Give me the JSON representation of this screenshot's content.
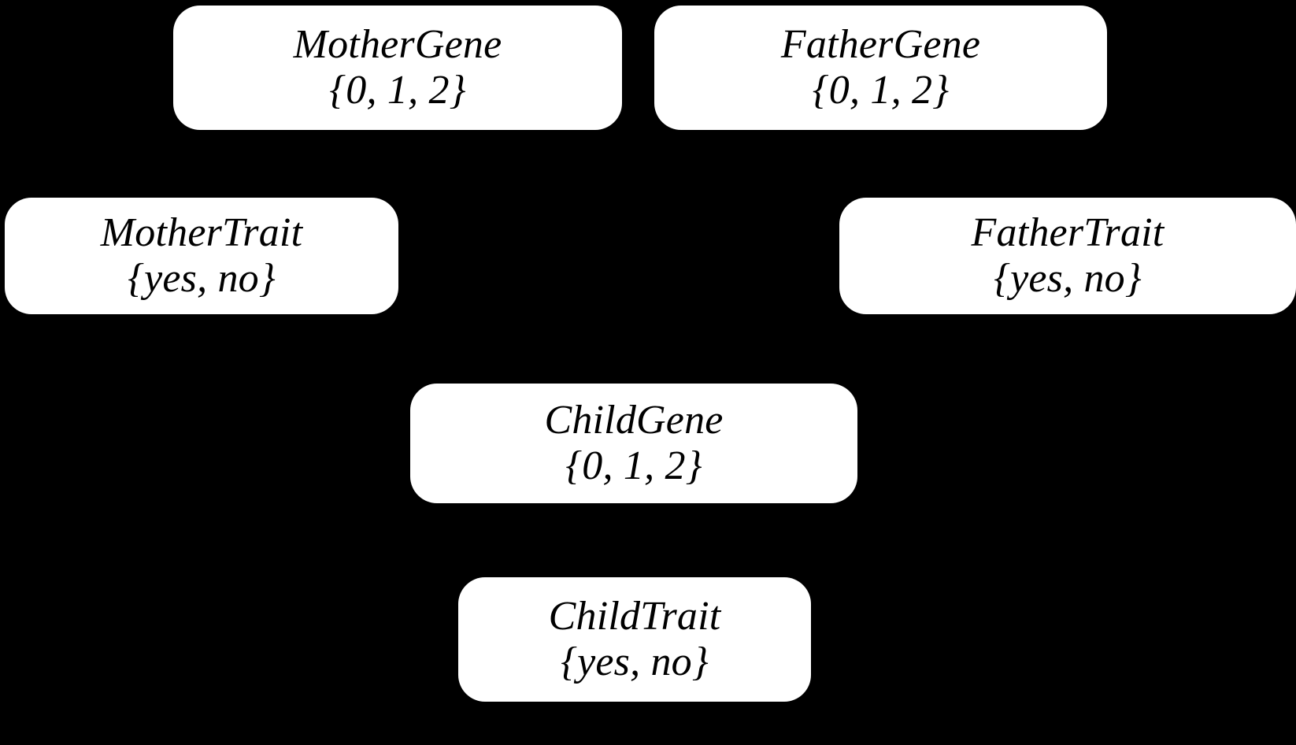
{
  "diagram": {
    "kind": "bayesian-network",
    "background_color": "#000000",
    "node_fill_color": "#ffffff",
    "node_text_color": "#000000",
    "nodes": [
      {
        "id": "mother-gene",
        "title": "MotherGene",
        "domain": "{0, 1, 2}"
      },
      {
        "id": "father-gene",
        "title": "FatherGene",
        "domain": "{0, 1, 2}"
      },
      {
        "id": "mother-trait",
        "title": "MotherTrait",
        "domain": "{yes, no}"
      },
      {
        "id": "father-trait",
        "title": "FatherTrait",
        "domain": "{yes, no}"
      },
      {
        "id": "child-gene",
        "title": "ChildGene",
        "domain": "{0, 1, 2}"
      },
      {
        "id": "child-trait",
        "title": "ChildTrait",
        "domain": "{yes, no}"
      }
    ]
  }
}
